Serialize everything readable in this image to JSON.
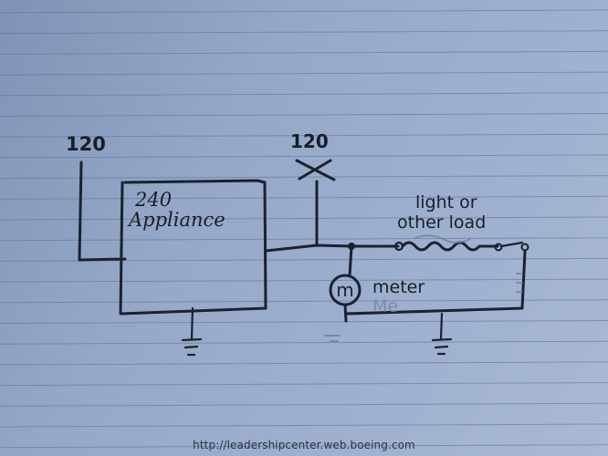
{
  "diagram": {
    "labels": {
      "voltage_left": "120",
      "voltage_right": "120",
      "appliance_line1": "240",
      "appliance_line2": "Appliance",
      "load_line1": "light or",
      "load_line2": "other load",
      "meter_symbol": "m",
      "meter_label": "meter"
    }
  },
  "watermark": {
    "url": "http://leadershipcenter.web.boeing.com"
  },
  "colors": {
    "paper": "#9fb1cf",
    "ink": "#1c2130",
    "ruled_lines": "#5e6f8f"
  }
}
